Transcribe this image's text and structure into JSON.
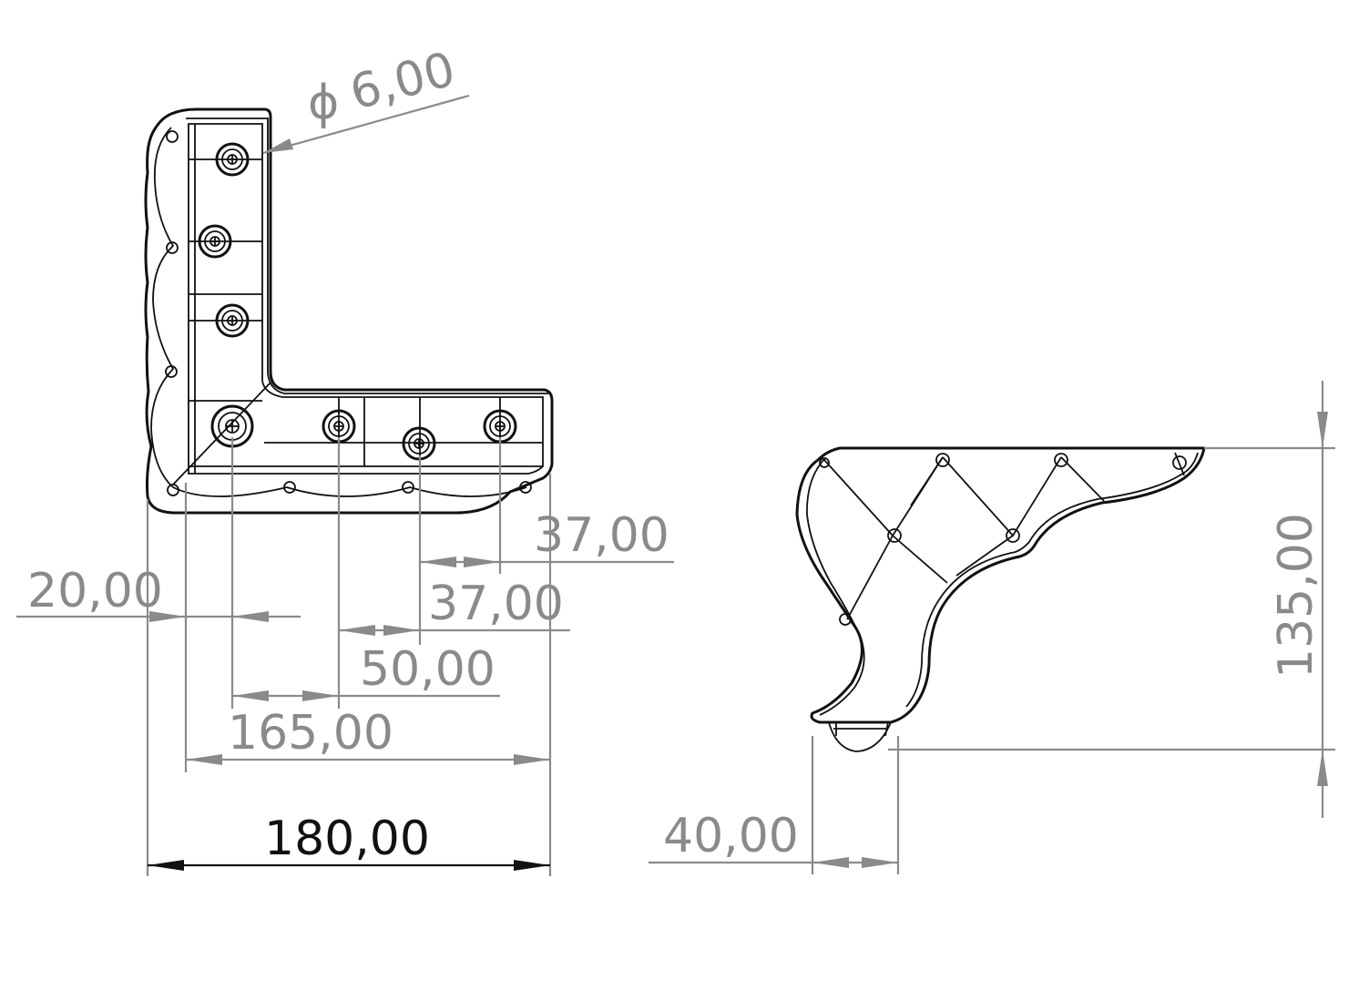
{
  "drawing": {
    "diameter_label": "6,00",
    "diameter_symbol": "ϕ",
    "dimensions": {
      "overall_width": "180,00",
      "inner_width": "165,00",
      "edge_offset": "20,00",
      "hole_spacing_a": "50,00",
      "hole_spacing_b": "37,00",
      "hole_spacing_c": "37,00",
      "height": "135,00",
      "foot_width": "40,00"
    }
  },
  "colors": {
    "dimension": "#8a8a8a",
    "outline": "#111111",
    "background": "#ffffff"
  }
}
